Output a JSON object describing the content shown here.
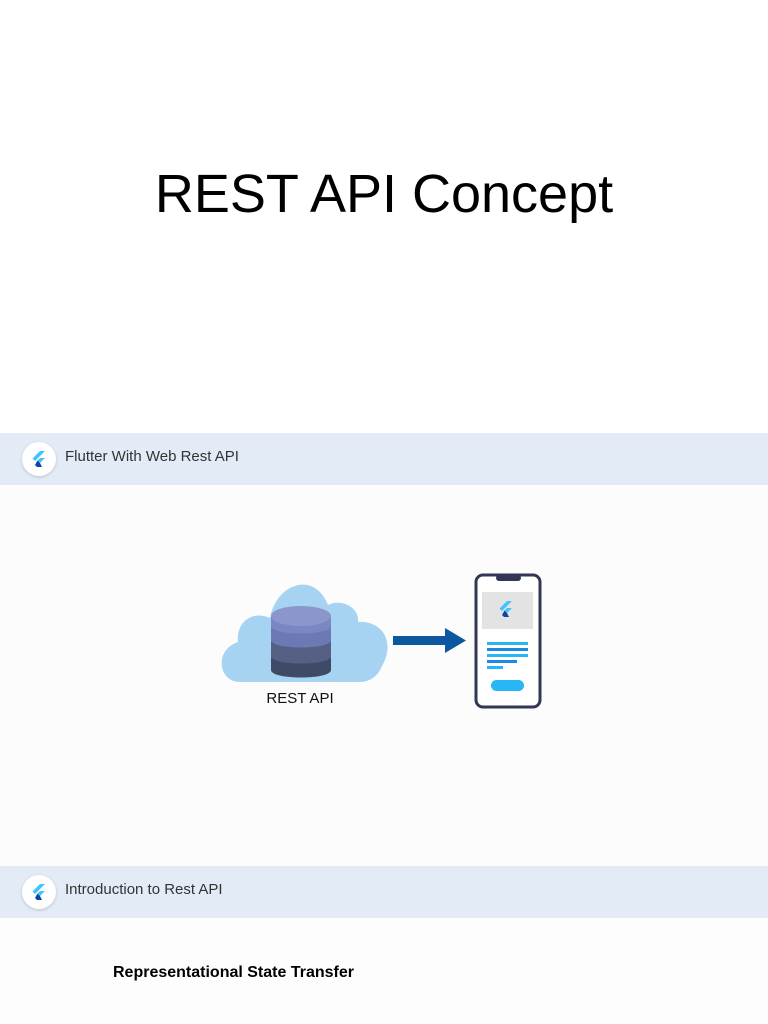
{
  "title": "REST API Concept",
  "banners": [
    {
      "text": "Flutter With Web Rest API",
      "icon": "flutter-logo-icon"
    },
    {
      "text": "Introduction to Rest API",
      "icon": "flutter-logo-icon"
    }
  ],
  "diagram": {
    "cloud_label": "REST API",
    "icons": [
      "cloud-icon",
      "database-icon",
      "arrow-right-icon",
      "phone-icon",
      "flutter-logo-icon"
    ],
    "colors": {
      "cloud": "#a7d3f3",
      "database_top": "#8b96cc",
      "database_dark": "#3f4a66",
      "arrow": "#0d57a0",
      "phone_frame": "#333654",
      "accent": "#29b6f6"
    }
  },
  "subheading": "Representational State Transfer"
}
